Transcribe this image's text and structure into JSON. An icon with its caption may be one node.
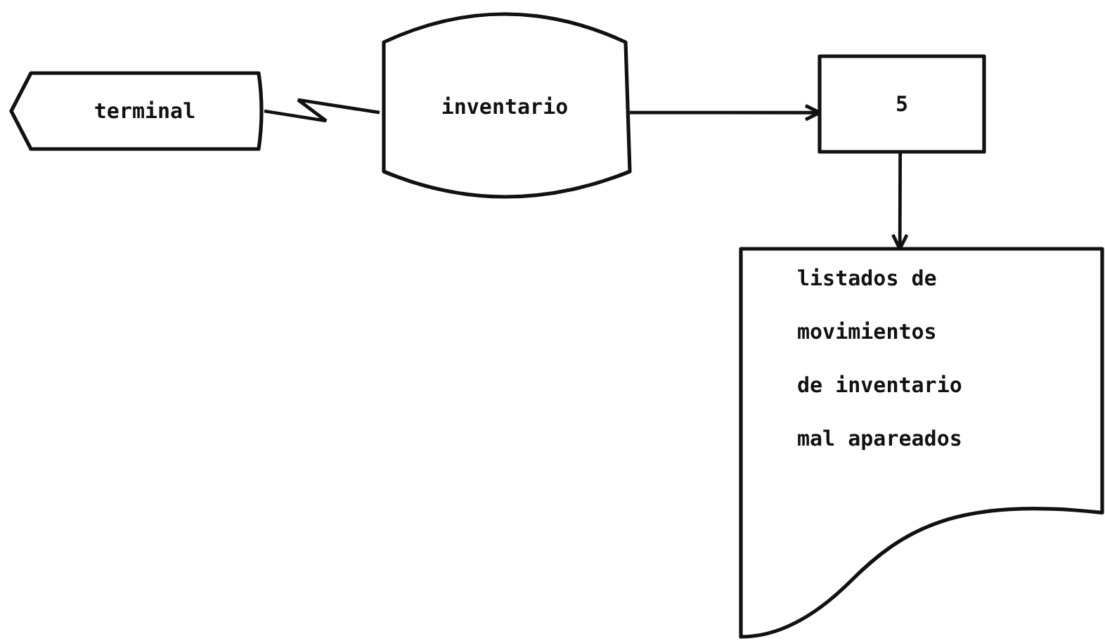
{
  "diagram": {
    "nodes": [
      {
        "text": [
          "terminal"
        ]
      },
      {
        "text": [
          "inventario"
        ]
      },
      {
        "text": [
          "5"
        ]
      },
      {
        "text": [
          "listados de movimientos de inventario mal apareados"
        ]
      }
    ],
    "edges": [
      {
        "from": 0,
        "to": 1,
        "arrow": "none"
      },
      {
        "from": 1,
        "to": 2,
        "arrow": "to"
      },
      {
        "from": 2,
        "to": 3,
        "arrow": "to"
      }
    ]
  }
}
